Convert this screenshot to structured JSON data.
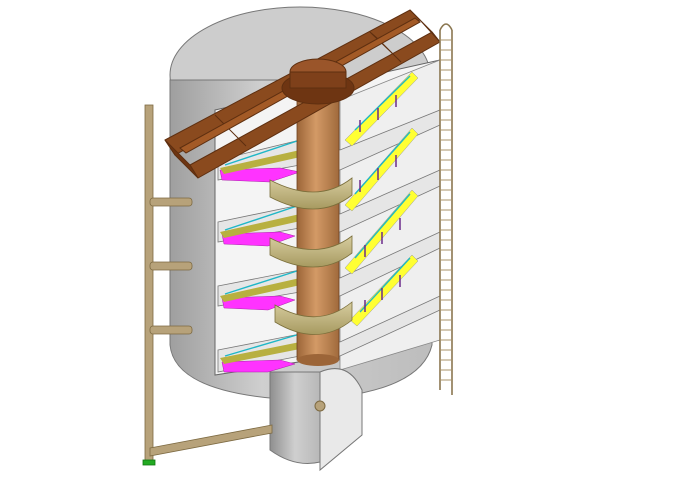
{
  "colors": {
    "background": "#ffffff",
    "tank_shell": "#c9c9c9",
    "tank_shadow": "#a9a9a9",
    "tank_light": "#e8e8e8",
    "interior": "#f2f2f2",
    "frame": "#8a4a1e",
    "frame_dark": "#5e2f10",
    "shaft": "#c58d5c",
    "shaft_dark": "#9a6436",
    "ladder": "#b7a27a",
    "ladder_dark": "#8a7650",
    "yellow_blade": "#ffff33",
    "magenta_scraper": "#ff33ff",
    "olive_arm": "#b8b040",
    "cyan_line": "#1fb7c7",
    "purple_tick": "#6a2a8a",
    "ground_mark": "#22aa22"
  },
  "components": {
    "tank": "tank-shell",
    "drive_bridge": "drive-bridge",
    "central_shaft": "central-shaft",
    "trays": "tray",
    "ladder_left": "side-ladder",
    "ladder_right": "vertical-ladder",
    "cone_outlet": "cone-outlet"
  }
}
